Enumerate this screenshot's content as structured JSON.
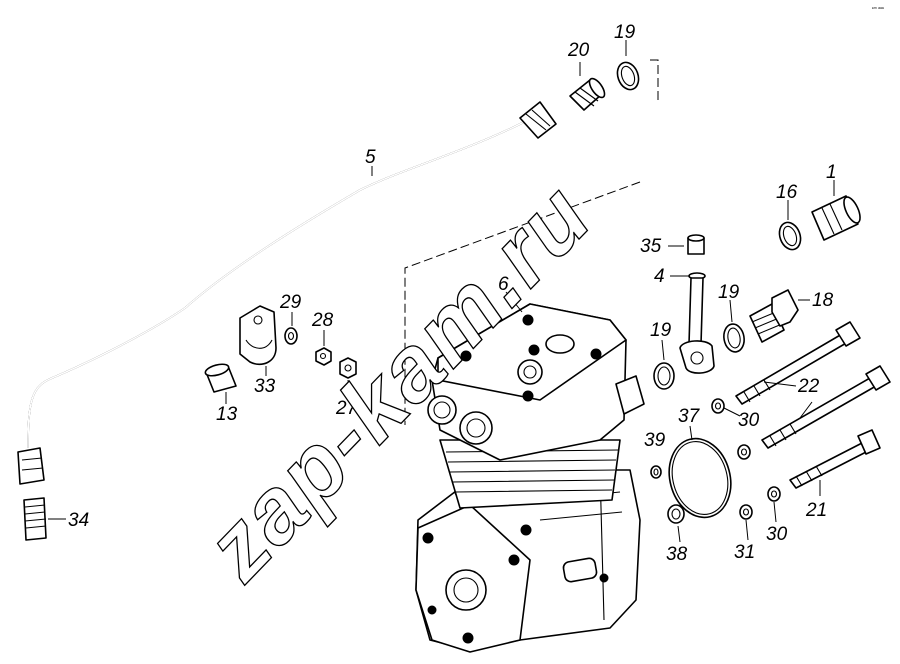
{
  "diagram": {
    "watermark": "zap-kam.ru",
    "corner_code": "ᵉᵐ ᵃᵃᵃ",
    "callouts": {
      "c1": "1",
      "c4": "4",
      "c5": "5",
      "c6": "6",
      "c13": "13",
      "c16": "16",
      "c18": "18",
      "c19_top": "19",
      "c19_mid": "19",
      "c19_left": "19",
      "c20": "20",
      "c21": "21",
      "c22": "22",
      "c27": "27",
      "c28": "28",
      "c29": "29",
      "c30_top": "30",
      "c30_bottom": "30",
      "c31": "31",
      "c33": "33",
      "c34": "34",
      "c35": "35",
      "c37": "37",
      "c38": "38",
      "c39": "39"
    }
  }
}
